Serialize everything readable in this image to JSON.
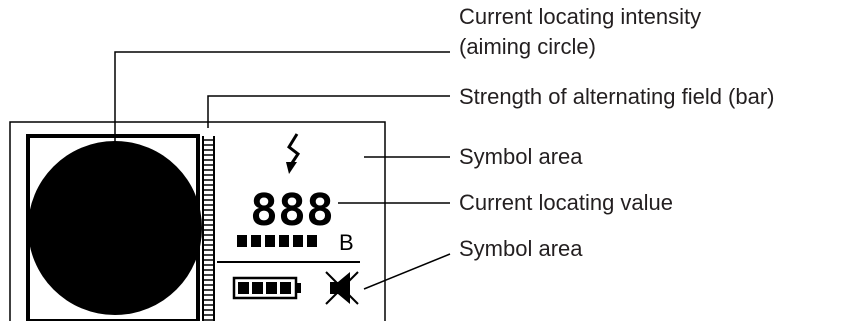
{
  "annotations": {
    "intensity_line1": "Current locating intensity",
    "intensity_line2": "(aiming circle)",
    "field_strength": "Strength of alternating field (bar)",
    "symbol_area_top": "Symbol area",
    "locating_value": "Current locating value",
    "symbol_area_bottom": "Symbol area"
  },
  "display": {
    "digits": "888",
    "bar_letter": "B",
    "bar_segments_filled": 6,
    "battery_cells_filled": 4,
    "sound_muted": true
  },
  "colors": {
    "ink": "#000000",
    "label_text": "#231f20",
    "background": "#ffffff"
  }
}
